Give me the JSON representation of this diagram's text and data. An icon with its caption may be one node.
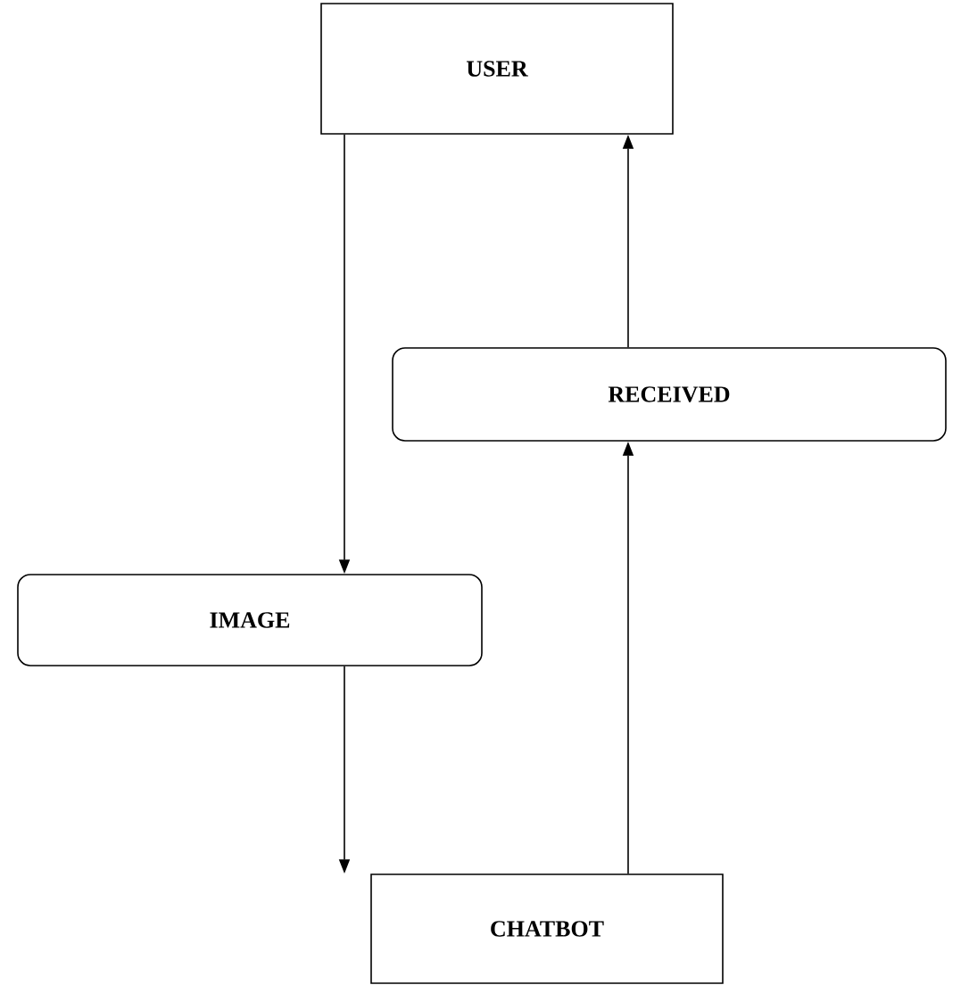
{
  "diagram": {
    "nodes": [
      {
        "text": [
          "USER"
        ]
      },
      {
        "text": [
          "RECEIVED"
        ]
      },
      {
        "text": [
          "IMAGE"
        ]
      },
      {
        "text": [
          "CHATBOT"
        ]
      }
    ],
    "edges": [
      {
        "from": 0,
        "to": 2,
        "arrow": "to"
      },
      {
        "from": 2,
        "to": 3,
        "arrow": "to"
      },
      {
        "from": 3,
        "to": 1,
        "arrow": "to"
      },
      {
        "from": 1,
        "to": 0,
        "arrow": "to"
      }
    ]
  }
}
